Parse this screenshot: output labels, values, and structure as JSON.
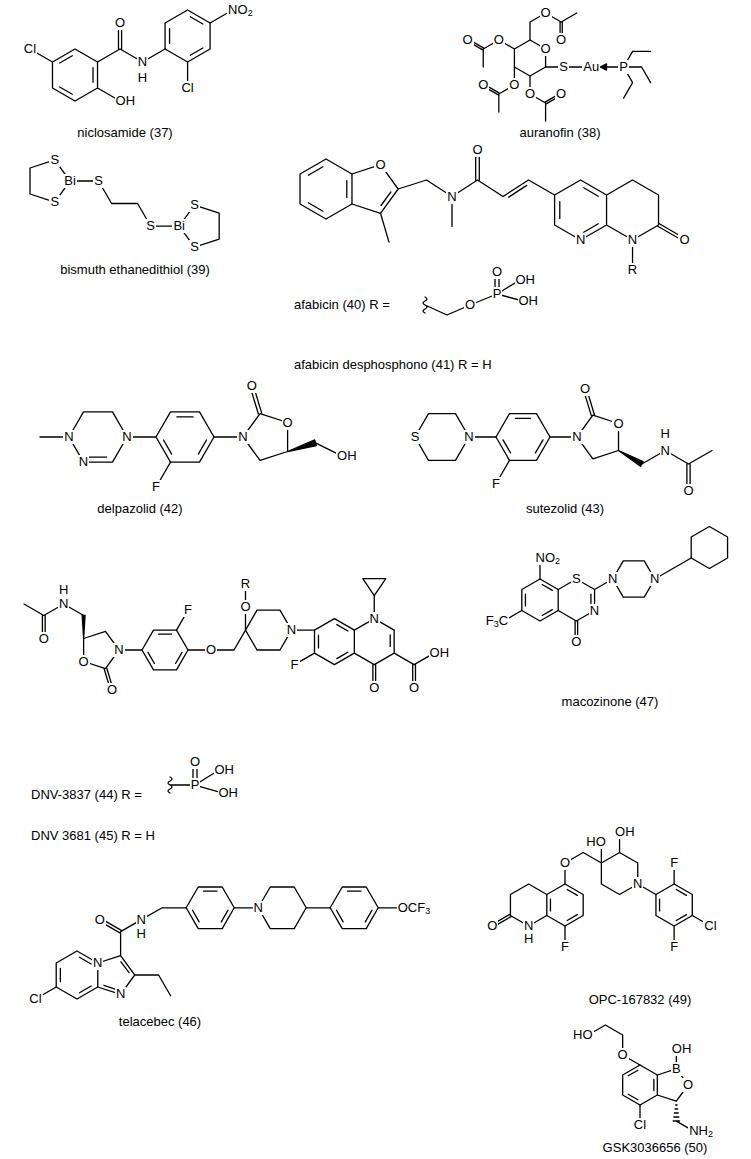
{
  "diagram": {
    "labels": [
      "Cl",
      "O",
      "NO2",
      "N",
      "H",
      "OH",
      "Cl",
      "niclosamide (37)",
      "O",
      "O",
      "O",
      "O",
      "O",
      "S",
      "Au",
      "P",
      "O",
      "O",
      "O",
      "O",
      "auranofin (38)",
      "S",
      "Bi",
      "S",
      "S",
      "S",
      "S",
      "Bi",
      "S",
      "bismuth ethanedithiol (39)",
      "O",
      "O",
      "N",
      "O",
      "N",
      "N",
      "R",
      "afabicin (40) R =",
      "O",
      "OH",
      "P",
      "OH",
      "O",
      "afabicin desphosphono (41) R = H",
      "O",
      "O",
      "N",
      "N",
      "N",
      "OH",
      "N",
      "F",
      "delpazolid (42)",
      "O",
      "H",
      "O",
      "S",
      "N",
      "N",
      "N",
      "F",
      "O",
      "sutezolid (43)",
      "R",
      "H",
      "N",
      "N",
      "O",
      "F",
      "O",
      "N",
      "O",
      "N",
      "OH",
      "O",
      "F",
      "O",
      "O",
      "O",
      "NO2",
      "S",
      "N",
      "N",
      "N",
      "F3C",
      "O",
      "macozinone (47)",
      "DNV-3837 (44) R =",
      "O",
      "OH",
      "P",
      "OH",
      "DNV 3681 (45) R = H",
      "O",
      "N",
      "N",
      "OCF3",
      "H",
      "N",
      "N",
      "Cl",
      "telacebec (46)",
      "HO",
      "OH",
      "O",
      "F",
      "N",
      "O",
      "N",
      "H",
      "F",
      "Cl",
      "F",
      "OPC-167832 (49)",
      "HO",
      "OH",
      "O",
      "B",
      "O",
      "Cl",
      "NH2",
      "GSK3036656 (50)"
    ]
  }
}
